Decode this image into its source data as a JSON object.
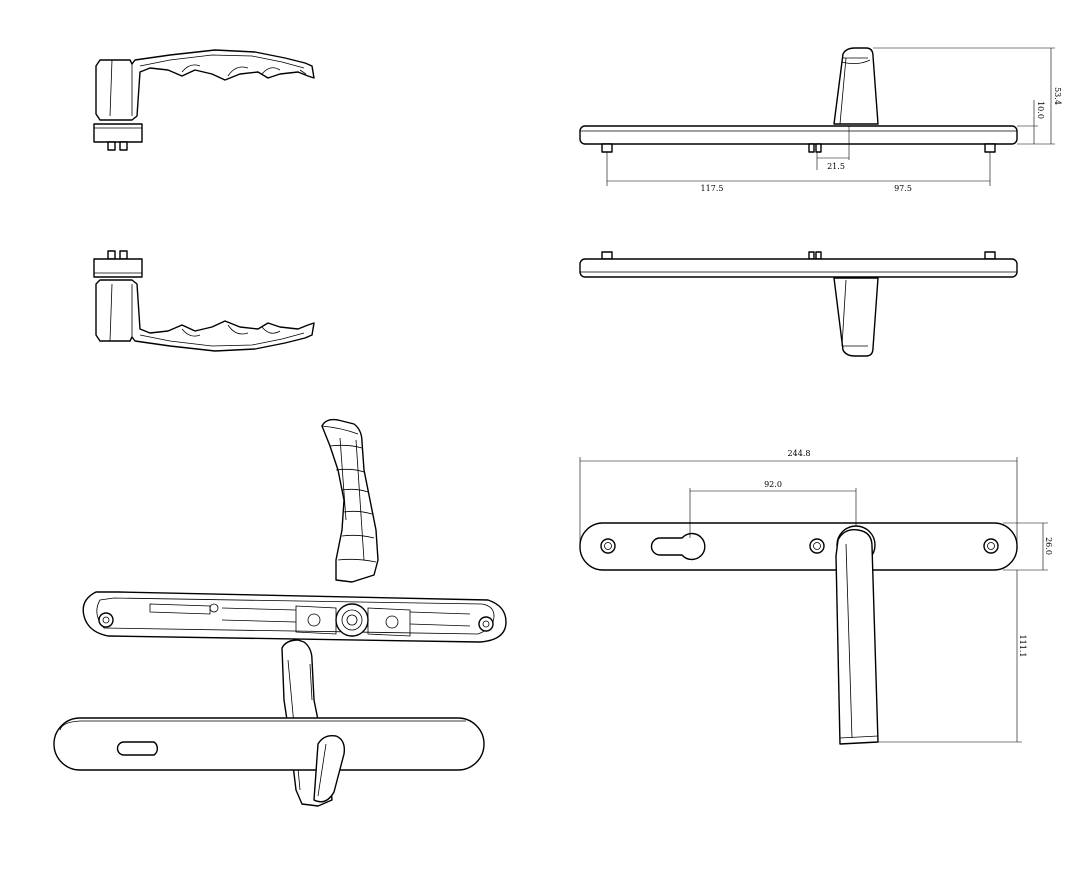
{
  "drawing": {
    "dimensions": {
      "handle_height": "53.4",
      "rose_thickness": "10.0",
      "spindle_offset": "21.5",
      "left_screw_to_spindle": "117.5",
      "spindle_to_right_screw": "97.5",
      "overall_length": "244.8",
      "keyhole_to_spindle": "92.0",
      "backplate_width": "26.0",
      "lever_length": "111.1"
    }
  }
}
